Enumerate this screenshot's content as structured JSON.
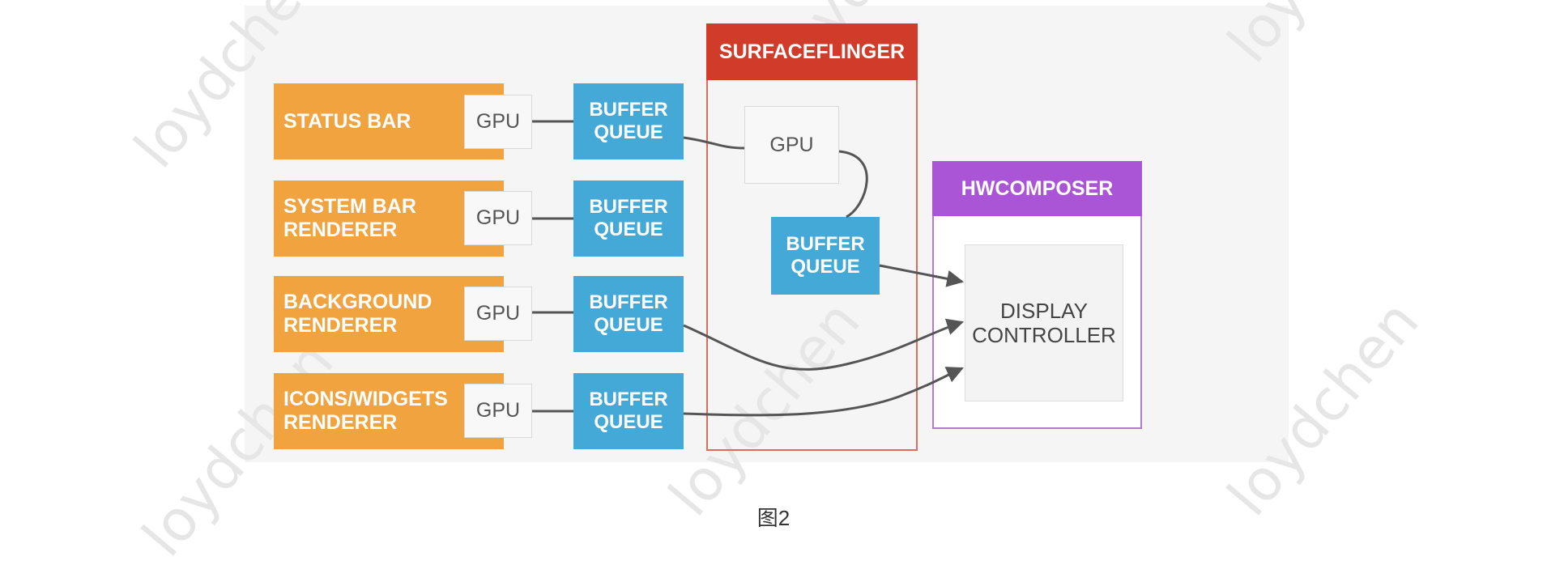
{
  "apps": [
    {
      "label": "STATUS BAR",
      "gpu": "GPU",
      "queue": "BUFFER\nQUEUE"
    },
    {
      "label": "SYSTEM BAR\nRENDERER",
      "gpu": "GPU",
      "queue": "BUFFER\nQUEUE"
    },
    {
      "label": "BACKGROUND\nRENDERER",
      "gpu": "GPU",
      "queue": "BUFFER\nQUEUE"
    },
    {
      "label": "ICONS/WIDGETS\nRENDERER",
      "gpu": "GPU",
      "queue": "BUFFER\nQUEUE"
    }
  ],
  "surfaceflinger": {
    "title": "SURFACEFLINGER",
    "gpu": "GPU",
    "queue": "BUFFER\nQUEUE"
  },
  "hwcomposer": {
    "title": "HWCOMPOSER",
    "display": "DISPLAY\nCONTROLLER"
  },
  "caption": "图2",
  "watermark": "loydchen",
  "colors": {
    "app": "#f0a33e",
    "buffer_queue": "#45a9d8",
    "surfaceflinger": "#d13b29",
    "hwcomposer": "#a955d6"
  }
}
